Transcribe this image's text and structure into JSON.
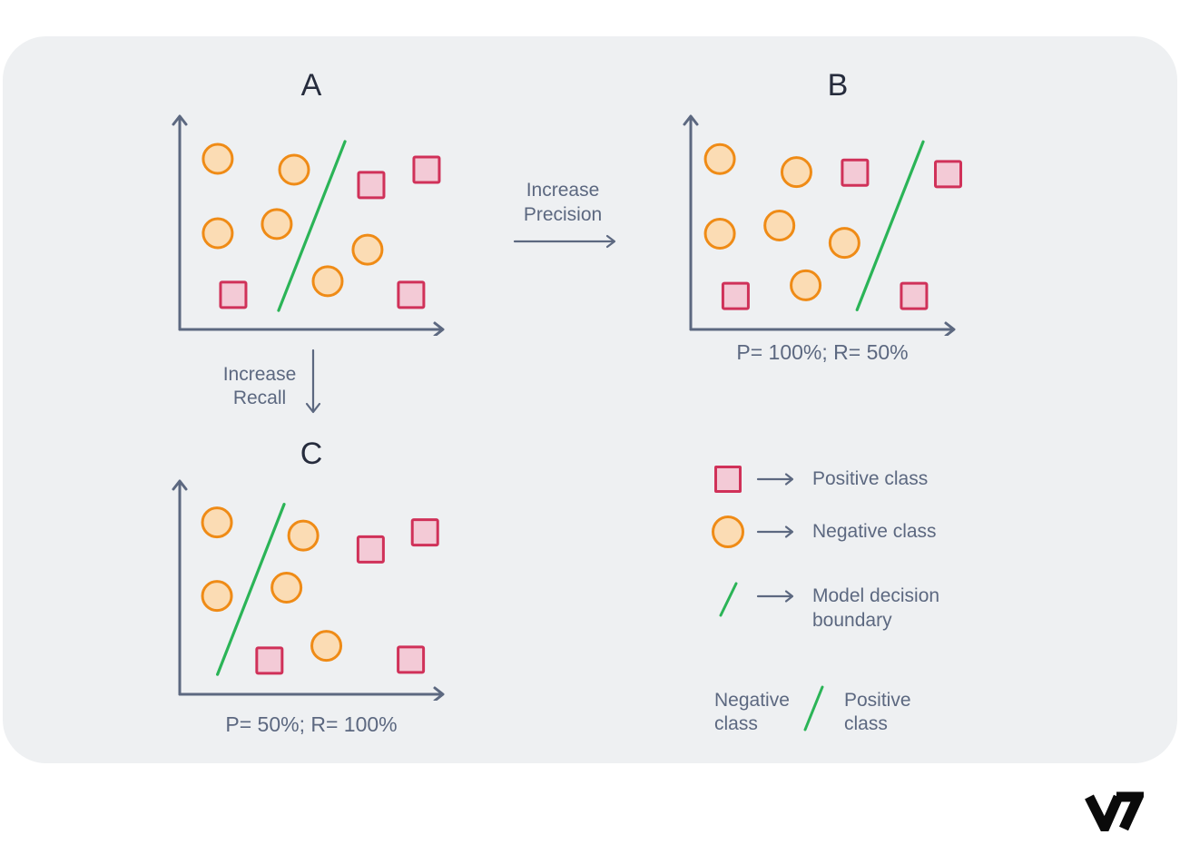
{
  "figure": {
    "background": "#ffffff",
    "panel_background": "#eef0f2"
  },
  "colors": {
    "axis": "#5c6880",
    "text": "#5c6880",
    "title": "#262c3d",
    "positive_fill": "#f3cad6",
    "positive_stroke": "#d03159",
    "negative_fill": "#fbdcb4",
    "negative_stroke": "#ef8b16",
    "boundary": "#2bb457",
    "logo": "#0a0a0a"
  },
  "panels": {
    "a": {
      "title": "A",
      "caption": ""
    },
    "b": {
      "title": "B",
      "caption": "P= 100%; R= 50%"
    },
    "c": {
      "title": "C",
      "caption": "P= 50%; R= 100%"
    }
  },
  "relations": {
    "precision": {
      "line1": "Increase",
      "line2": "Precision"
    },
    "recall": {
      "line1": "Increase",
      "line2": "Recall"
    }
  },
  "legend": {
    "rows": [
      {
        "swatch": "positive-square",
        "label_lines": [
          "Positive class"
        ]
      },
      {
        "swatch": "negative-circle",
        "label_lines": [
          "Negative class"
        ]
      },
      {
        "swatch": "decision-boundary-slash",
        "label_lines": [
          "Model decision",
          "boundary"
        ]
      }
    ],
    "boundary_sides": {
      "left": {
        "line1": "Negative",
        "line2": "class"
      },
      "right": {
        "line1": "Positive",
        "line2": "class"
      }
    }
  },
  "brand": {
    "logo_text": "V7"
  },
  "chart_data": [
    {
      "id": "A",
      "type": "scatter",
      "title": "A",
      "caption": null,
      "precision": null,
      "recall": null,
      "axes": {
        "x_range": [
          0,
          100
        ],
        "y_range": [
          0,
          100
        ],
        "tick_labels": false,
        "grid": false
      },
      "negative_class_points": [
        [
          14.5,
          80
        ],
        [
          43.6,
          74.9
        ],
        [
          14.5,
          45.1
        ],
        [
          37,
          49.4
        ],
        [
          71.6,
          37.4
        ],
        [
          56.4,
          22.6
        ]
      ],
      "positive_class_points": [
        [
          73,
          67.7
        ],
        [
          94.1,
          74.9
        ],
        [
          20.4,
          16.2
        ],
        [
          88.2,
          16.2
        ]
      ],
      "decision_boundary": {
        "x1": 63,
        "y1": 88.1,
        "x2": 37.7,
        "y2": 8.9
      }
    },
    {
      "id": "B",
      "type": "scatter",
      "title": "B",
      "caption": "P= 100%; R= 50%",
      "precision": "100%",
      "recall": "50%",
      "axes": {
        "x_range": [
          0,
          100
        ],
        "y_range": [
          0,
          100
        ],
        "tick_labels": false,
        "grid": false
      },
      "negative_class_points": [
        [
          11.1,
          79.9
        ],
        [
          40.3,
          73.8
        ],
        [
          11.1,
          44.9
        ],
        [
          33.8,
          48.7
        ],
        [
          58.6,
          40.6
        ],
        [
          43.8,
          20.7
        ]
      ],
      "positive_class_points": [
        [
          62.6,
          73.5
        ],
        [
          98.1,
          72.8
        ],
        [
          17.1,
          15.7
        ],
        [
          85.1,
          15.7
        ]
      ],
      "decision_boundary": {
        "x1": 88.6,
        "y1": 88,
        "x2": 63.4,
        "y2": 9.2
      }
    },
    {
      "id": "C",
      "type": "scatter",
      "title": "C",
      "caption": "P= 50%; R= 100%",
      "precision": "50%",
      "recall": "100%",
      "axes": {
        "x_range": [
          0,
          100
        ],
        "y_range": [
          0,
          100
        ],
        "tick_labels": false,
        "grid": false
      },
      "negative_class_points": [
        [
          14.2,
          80.6
        ],
        [
          47.1,
          74.4
        ],
        [
          14.2,
          46.1
        ],
        [
          40.7,
          50
        ],
        [
          55.9,
          22.7
        ]
      ],
      "positive_class_points": [
        [
          72.8,
          67.9
        ],
        [
          93.5,
          75.9
        ],
        [
          34.2,
          15.8
        ],
        [
          88.1,
          16.2
        ]
      ],
      "decision_boundary": {
        "x1": 39.8,
        "y1": 89.1,
        "x2": 14.4,
        "y2": 9.3
      }
    }
  ]
}
